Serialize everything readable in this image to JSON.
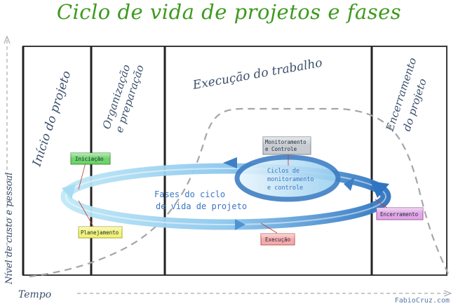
{
  "title": "Ciclo de vida de projetos e fases",
  "phases": {
    "inicio": "Início do projeto",
    "organizacao_1": "Organização",
    "organizacao_2": "e preparação",
    "execucao": "Execução do trabalho",
    "encerramento_1": "Encerramento",
    "encerramento_2": "do projeto"
  },
  "axes": {
    "y_label": "Nível de custo e pessoal",
    "x_label": "Tempo"
  },
  "cycle": {
    "outer_line1": "Fases do ciclo",
    "outer_line2": "de vida de projeto",
    "inner_line1": "Ciclos de",
    "inner_line2": "monitoramento",
    "inner_line3": "e controle"
  },
  "boxes": {
    "iniciacao": "Iniciação",
    "planejamento": "Planejamento",
    "monitoramento_1": "Monitoramento",
    "monitoramento_2": "e Controle",
    "execucao": "Execução",
    "encerramento": "Encerramento"
  },
  "colors": {
    "title": "#3d9a1e",
    "iniciacao_box": "#6ed36a",
    "planejamento_box": "#f2f27a",
    "monitoramento_box": "#c8ccd2",
    "execucao_box": "#f6a9a9",
    "encerramento_box": "#e2a6e6",
    "cycle_blue": "#3f7fc4"
  },
  "credit": "FabioCruz.com"
}
